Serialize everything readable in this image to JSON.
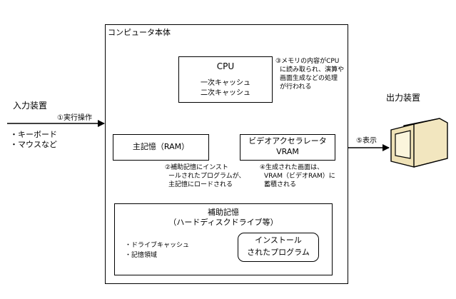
{
  "body": {
    "title": "コンピュータ本体"
  },
  "input": {
    "title": "入力装置",
    "items": [
      "・キーボード",
      "・マウスなど"
    ],
    "arrow_label": "①実行操作"
  },
  "output": {
    "title": "出力装置",
    "arrow_label": "⑤表示"
  },
  "cpu": {
    "label": "CPU",
    "cache_lines": [
      "一次キャッシュ",
      "二次キャッシュ"
    ]
  },
  "main_memory": {
    "label": "主記憶（RAM）"
  },
  "video": {
    "label_line1": "ビデオアクセラレータ",
    "label_line2": "VRAM"
  },
  "storage": {
    "label_line1": "補助記憶",
    "label_line2": "（ハードディスクドライブ等）",
    "items": [
      "・ドライブキャッシュ",
      "・記憶領域"
    ],
    "installed_line1": "インストール",
    "installed_line2": "されたプログラム"
  },
  "notes": {
    "step3": [
      "③メモリの内容がCPU",
      "に読み取られ、演算や",
      "画面生成などの処理",
      "が行われる"
    ],
    "step2": [
      "②補助記憶にインスト",
      "ールされたプログラムが、",
      "主記憶にロードされる"
    ],
    "step4": [
      "④生成された画面は、",
      "VRAM（ビデオRAM）に",
      "蓄積される"
    ]
  }
}
